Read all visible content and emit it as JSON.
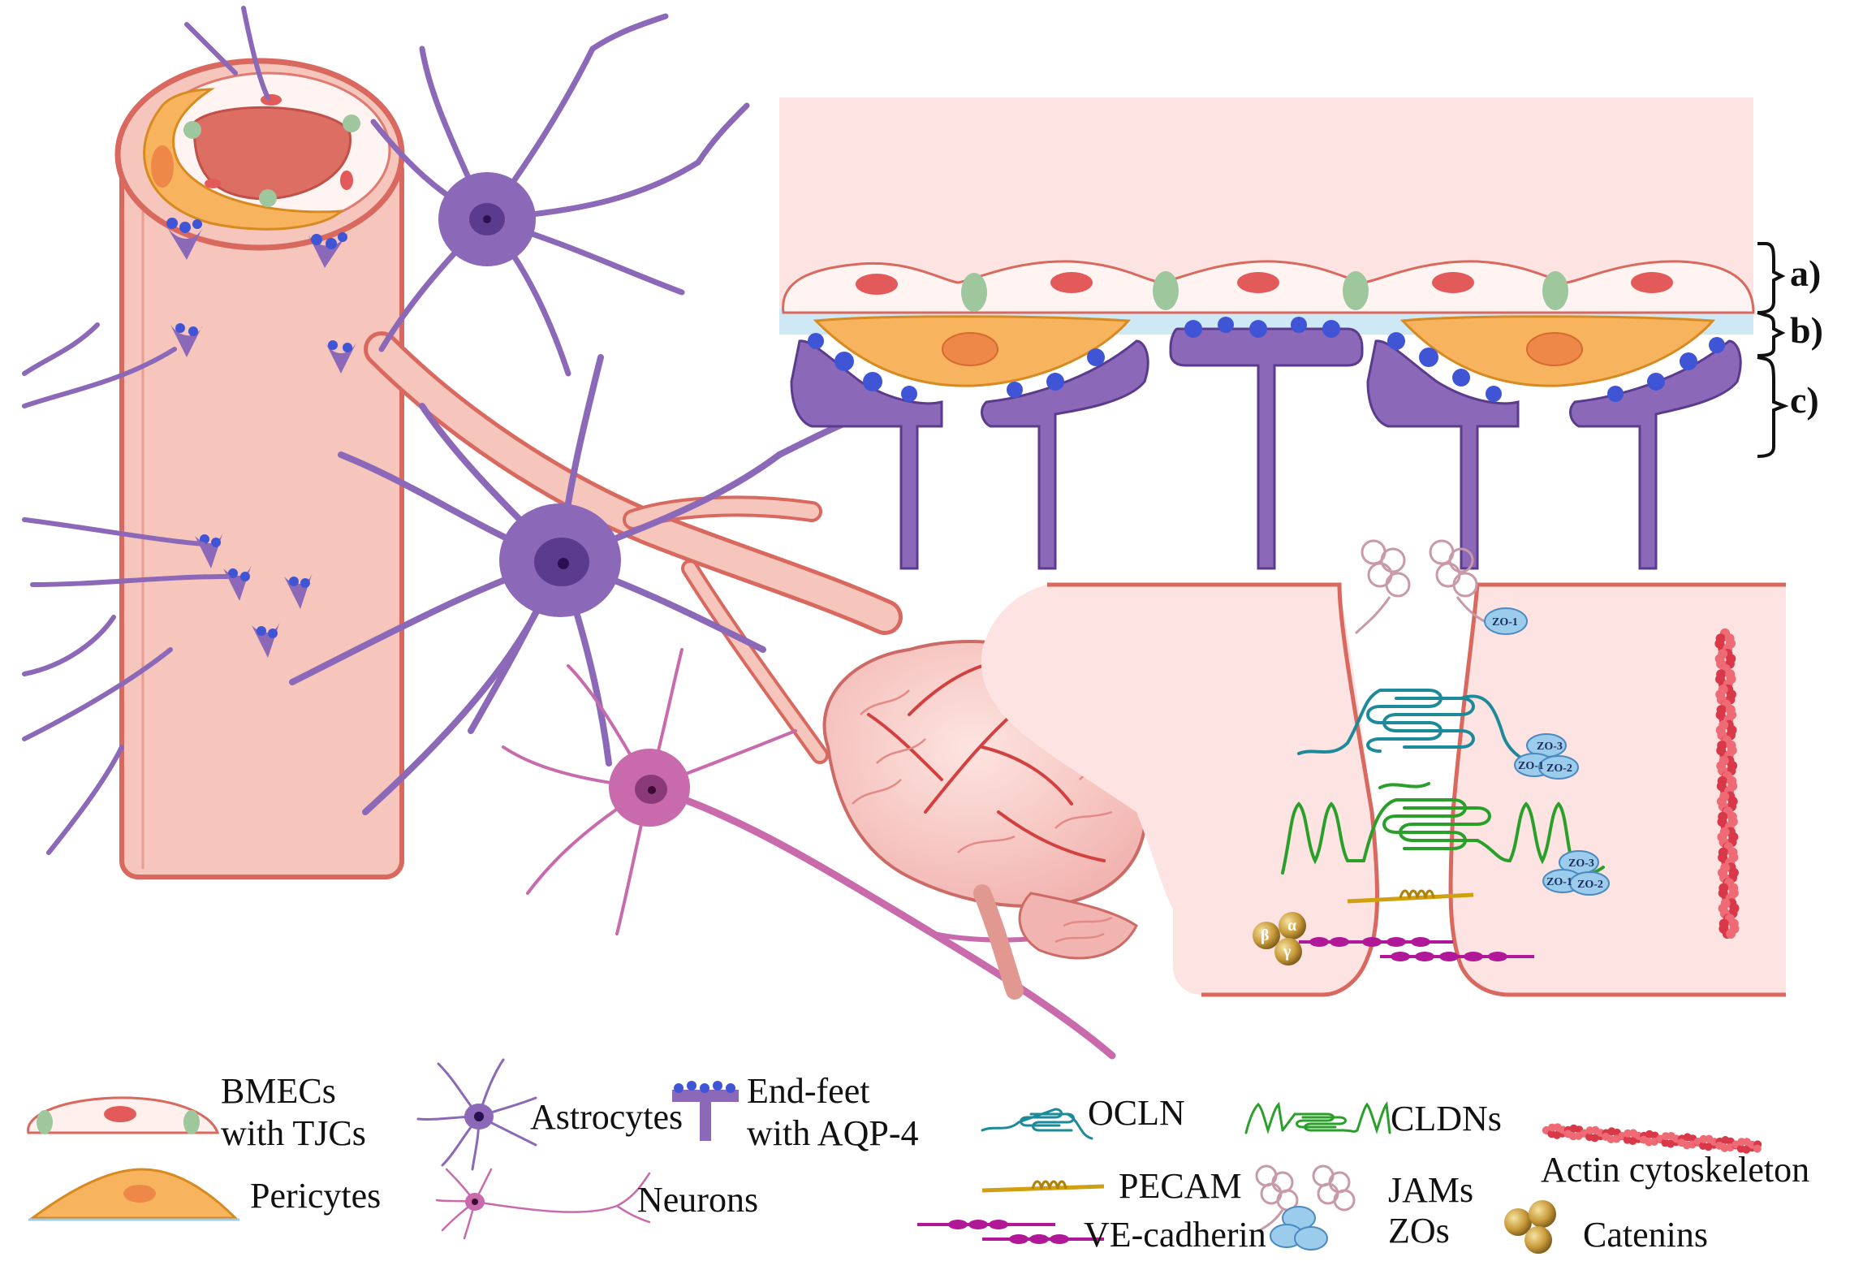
{
  "labels": {
    "layer_a": "a)",
    "layer_b": "b)",
    "layer_c": "c)",
    "zo1": "ZO-1",
    "zo2": "ZO-2",
    "zo3": "ZO-3",
    "beta": "β",
    "alpha": "α",
    "gamma": "γ"
  },
  "legend": {
    "bmecs_line1": "BMECs",
    "bmecs_line2": "with TJCs",
    "pericytes": "Pericytes",
    "astrocytes": "Astrocytes",
    "endfeet_line1": "End-feet",
    "endfeet_line2": "with AQP-4",
    "neurons": "Neurons",
    "ocln": "OCLN",
    "cldns": "CLDNs",
    "pecam": "PECAM",
    "jams": "JAMs",
    "ve_cadherin": "VE-cadherin",
    "zos": "ZOs",
    "actin": "Actin cytoskeleton",
    "catenins": "Catenins"
  },
  "colors": {
    "vessel": "#f6c6bc",
    "vessel_edge": "#d9685e",
    "endothelium": "#fff4f1",
    "nucleus": "#e25a5a",
    "tight_junction": "#9ec79e",
    "pericyte": "#f7b35e",
    "pericyte_nucleus": "#ee8848",
    "astrocyte": "#8b68b8",
    "astrocyte_dark": "#5b3b8e",
    "aqp4": "#3f55d6",
    "neuron": "#c86aac",
    "basement_membrane": "#cfe8f5",
    "ocln": "#1d8a9a",
    "cldn": "#2aa02a",
    "pecam": "#d0a010",
    "jam": "#c89aa8",
    "ve_cadherin": "#b01898",
    "zo": "#9cccec",
    "catenin": "#c8a040",
    "actin": "#d83848"
  }
}
